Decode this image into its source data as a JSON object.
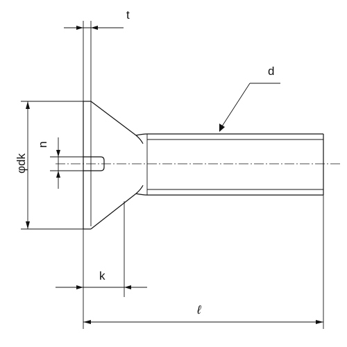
{
  "labels": {
    "t": "t",
    "d": "d",
    "n": "n",
    "dk": "φdk",
    "k": "k",
    "l": "ℓ"
  },
  "colors": {
    "line": "#111111",
    "background": "#ffffff"
  }
}
